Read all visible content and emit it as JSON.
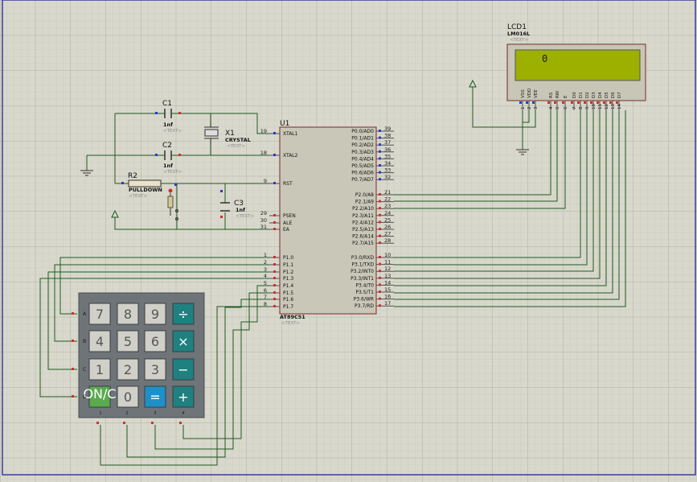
{
  "mcu": {
    "ref": "U1",
    "part": "AT89C51",
    "text": "<TEXT>",
    "left_pins": [
      {
        "num": "19",
        "label": "XTAL1"
      },
      {
        "num": "18",
        "label": "XTAL2"
      },
      {
        "num": "9",
        "label": "RST"
      },
      {
        "num": "29",
        "label": "PSEN"
      },
      {
        "num": "30",
        "label": "ALE"
      },
      {
        "num": "31",
        "label": "EA"
      },
      {
        "num": "1",
        "label": "P1.0"
      },
      {
        "num": "2",
        "label": "P1.1"
      },
      {
        "num": "3",
        "label": "P1.2"
      },
      {
        "num": "4",
        "label": "P1.3"
      },
      {
        "num": "5",
        "label": "P1.4"
      },
      {
        "num": "6",
        "label": "P1.5"
      },
      {
        "num": "7",
        "label": "P1.6"
      },
      {
        "num": "8",
        "label": "P1.7"
      }
    ],
    "right_pins": [
      {
        "num": "39",
        "label": "P0.0/AD0"
      },
      {
        "num": "38",
        "label": "P0.1/AD1"
      },
      {
        "num": "37",
        "label": "P0.2/AD2"
      },
      {
        "num": "36",
        "label": "P0.3/AD3"
      },
      {
        "num": "35",
        "label": "P0.4/AD4"
      },
      {
        "num": "34",
        "label": "P0.5/AD5"
      },
      {
        "num": "33",
        "label": "P0.6/AD6"
      },
      {
        "num": "32",
        "label": "P0.7/AD7"
      },
      {
        "num": "21",
        "label": "P2.0/A8"
      },
      {
        "num": "22",
        "label": "P2.1/A9"
      },
      {
        "num": "23",
        "label": "P2.2/A10"
      },
      {
        "num": "24",
        "label": "P2.3/A11"
      },
      {
        "num": "25",
        "label": "P2.4/A12"
      },
      {
        "num": "26",
        "label": "P2.5/A13"
      },
      {
        "num": "27",
        "label": "P2.6/A14"
      },
      {
        "num": "28",
        "label": "P2.7/A15"
      },
      {
        "num": "10",
        "label": "P3.0/RXD"
      },
      {
        "num": "11",
        "label": "P3.1/TXD"
      },
      {
        "num": "12",
        "label": "P3.2/INT0"
      },
      {
        "num": "13",
        "label": "P3.3/INT1"
      },
      {
        "num": "14",
        "label": "P3.4/T0"
      },
      {
        "num": "15",
        "label": "P3.5/T1"
      },
      {
        "num": "16",
        "label": "P3.6/WR"
      },
      {
        "num": "17",
        "label": "P3.7/RD"
      }
    ]
  },
  "lcd": {
    "ref": "LCD1",
    "part": "LM016L",
    "text": "<TEXT>",
    "display": "0",
    "pin_labels": [
      "VSS",
      "VDD",
      "VEE",
      "RS",
      "RW",
      "E",
      "D0",
      "D1",
      "D2",
      "D3",
      "D4",
      "D5",
      "D6",
      "D7"
    ],
    "pin_nums": [
      "1",
      "2",
      "3",
      "4",
      "5",
      "6",
      "7",
      "8",
      "9",
      "10",
      "11",
      "12",
      "13",
      "14"
    ]
  },
  "components": {
    "c1": {
      "ref": "C1",
      "val": "1nf",
      "text": "<TEXT>"
    },
    "c2": {
      "ref": "C2",
      "val": "1nf",
      "text": "<TEXT>"
    },
    "c3": {
      "ref": "C3",
      "val": "1nf",
      "text": "<TEXT>"
    },
    "x1": {
      "ref": "X1",
      "val": "CRYSTAL",
      "text": "<TEXT>"
    },
    "r2": {
      "ref": "R2",
      "val": "PULLDOWN",
      "text": "<TEXT>"
    }
  },
  "keypad": {
    "rows": [
      "A",
      "B",
      "C",
      "D"
    ],
    "cols": [
      "1",
      "2",
      "3",
      "4"
    ],
    "keys": [
      [
        "7",
        "8",
        "9",
        "÷"
      ],
      [
        "4",
        "5",
        "6",
        "×"
      ],
      [
        "1",
        "2",
        "3",
        "−"
      ],
      [
        "ON/C",
        "0",
        "=",
        "+"
      ]
    ],
    "colors": {
      "number": "#d0d0c8",
      "op": "#1f8080",
      "on": "#5aaa50",
      "equals": "#1e90c8",
      "body": "#6e7478"
    }
  }
}
